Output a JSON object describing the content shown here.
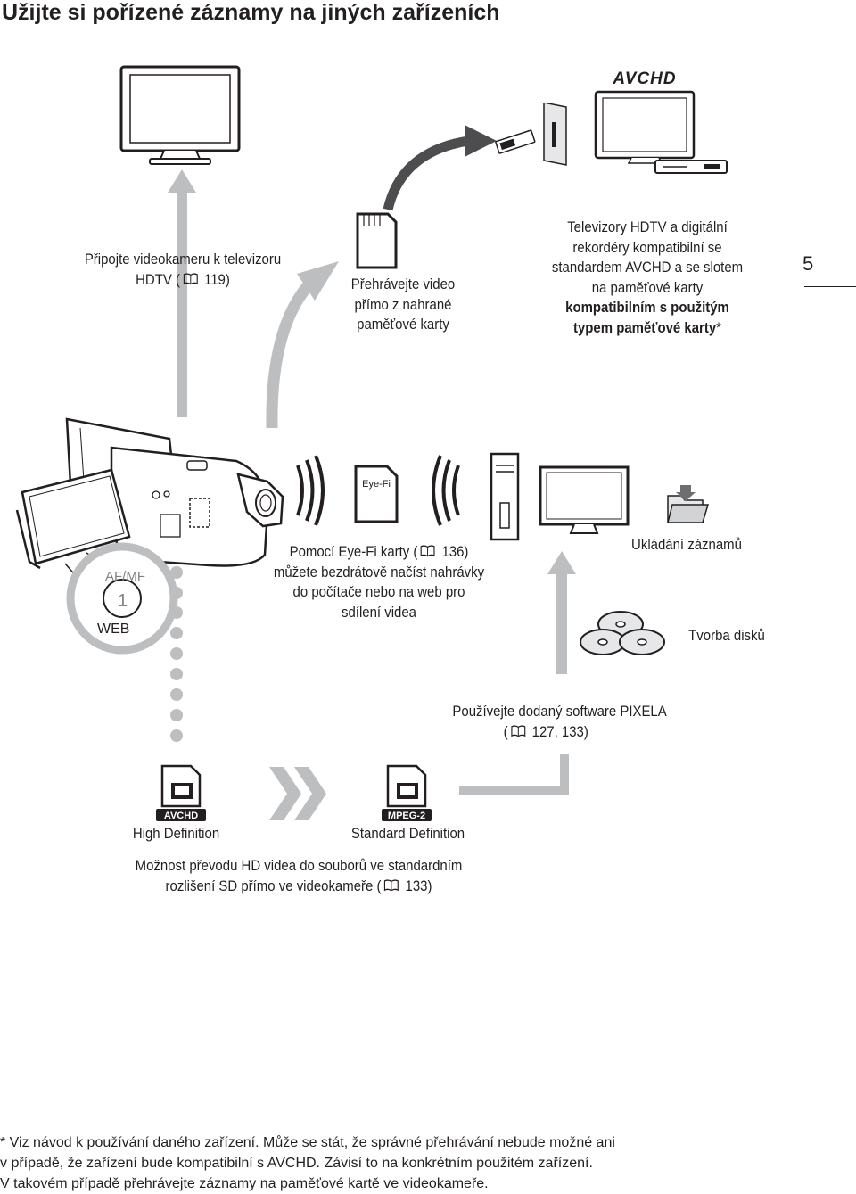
{
  "page_title": "Užijte si pořízené záznamy na jiných zařízeních",
  "page_number": "5",
  "tv_caption": {
    "line1": "Připojte videokameru k televizoru",
    "line2_pre": "HDTV (",
    "line2_post": " 119)"
  },
  "card_caption": {
    "line1": "Přehrávejte video",
    "line2": "přímo z nahrané",
    "line3": "paměťové karty"
  },
  "hdtv_caption": {
    "line1": "Televizory HDTV a digitální",
    "line2": "rekordéry kompatibilní se",
    "line3": "standardem AVCHD a se slotem",
    "line4": "na paměťové karty",
    "line5_bold": "kompatibilním s použitým",
    "line6_bold": "typem paměťové karty",
    "line6_suffix": "*"
  },
  "avchd_logo": "AVCHD",
  "eyefi_label": "Eye-Fi",
  "eyefi_caption": {
    "line1_pre": "Pomocí Eye-Fi karty (",
    "line1_post": " 136)",
    "line2": "můžete bezdrátově načíst nahrávky",
    "line3": "do počítače nebo na web pro",
    "line4": "sdílení videa"
  },
  "camera_labels": {
    "af": "AF/MF",
    "num": "1",
    "web": "WEB"
  },
  "save_caption": "Ukládání záznamů",
  "disc_caption": "Tvorba disků",
  "pixela_caption": {
    "line1": "Používejte dodaný software PIXELA",
    "line2_pre": "(",
    "line2_post": " 127, 133)"
  },
  "hd_file": {
    "badge": "AVCHD",
    "label": "High Definition"
  },
  "sd_file": {
    "badge": "MPEG-2",
    "label": "Standard Definition"
  },
  "convert_caption": {
    "line1": "Možnost převodu HD videa do souborů ve standardním",
    "line2_pre": "rozlišení SD přímo ve videokameře (",
    "line2_post": " 133)"
  },
  "footnote": {
    "line1": "* Viz návod k používání daného zařízení. Může se stát, že správné přehrávání nebude možné ani",
    "line2": "v případě, že zařízení bude kompatibilní s AVCHD. Závisí to na konkrétním použitém zařízení.",
    "line3": "V takovém případě přehrávejte záznamy na paměťové kartě ve videokameře."
  },
  "colors": {
    "text": "#231f20",
    "gray_arrow": "#bcbec0",
    "dark_arrow": "#4d4d4f",
    "dots": "#bcbec0"
  }
}
